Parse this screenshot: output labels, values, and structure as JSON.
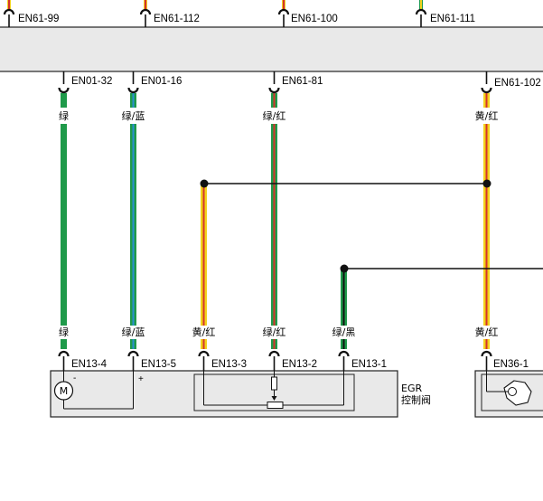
{
  "top_connector_pins": [
    "EN61-99",
    "EN61-112",
    "EN61-100",
    "EN61-111"
  ],
  "ecu_pins": [
    "EN01-32",
    "EN01-16",
    "EN61-81",
    "EN61-102"
  ],
  "wire_colors_top": [
    "绿",
    "绿/蓝",
    "绿/红",
    "黄/红"
  ],
  "wire_colors_bottom": [
    "绿",
    "绿/蓝",
    "黄/红",
    "绿/红",
    "绿/黑",
    "黄/红"
  ],
  "egr_pins": [
    "EN13-4",
    "EN13-5",
    "EN13-3",
    "EN13-2",
    "EN13-1"
  ],
  "egr_label_line1": "EGR",
  "egr_label_line2": "控制阀",
  "motor_label": "M",
  "minus_sign": "-",
  "plus_sign": "+",
  "right_pin": "EN36-1",
  "colors": {
    "green": "#1f9a4a",
    "blue": "#2a8fd0",
    "yellow": "#f3d21c",
    "red": "#d4342c",
    "black": "#111111",
    "box_fill": "#e9e9e9"
  }
}
